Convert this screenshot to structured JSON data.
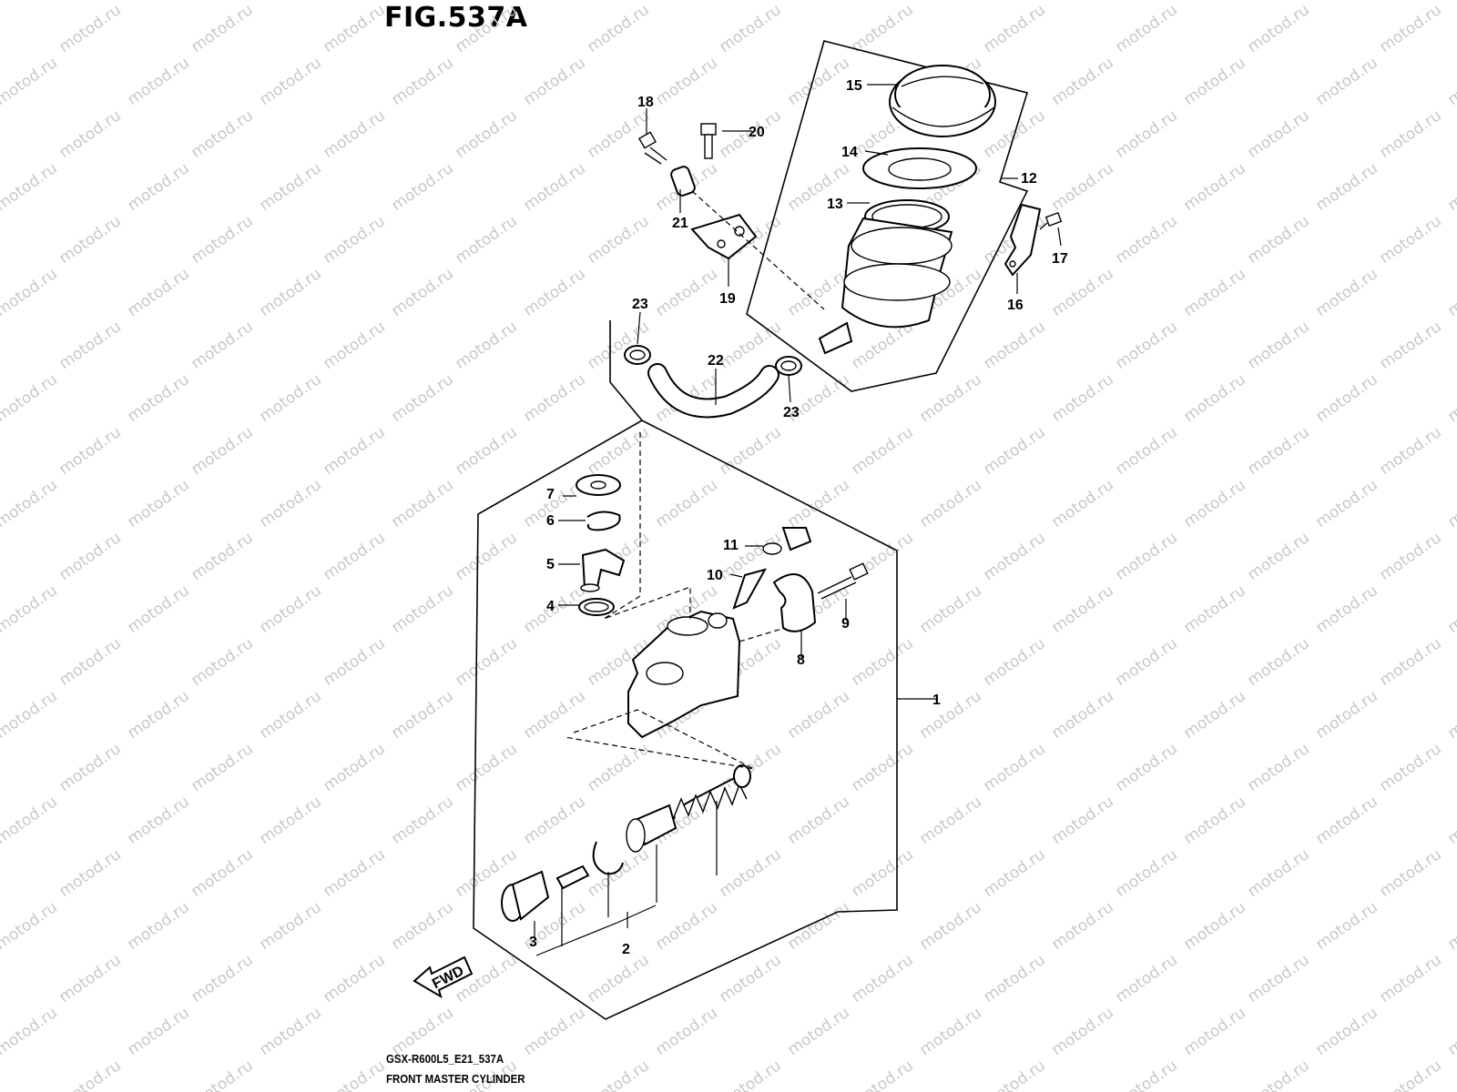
{
  "figure": {
    "title": "FIG.537A",
    "code": "GSX-R600L5_E21_537A",
    "name": "FRONT MASTER CYLINDER",
    "fwd_label": "FWD",
    "watermark": "motod.ru"
  },
  "callouts": [
    {
      "id": "1",
      "label": "1"
    },
    {
      "id": "2",
      "label": "2"
    },
    {
      "id": "3",
      "label": "3"
    },
    {
      "id": "4",
      "label": "4"
    },
    {
      "id": "5",
      "label": "5"
    },
    {
      "id": "6",
      "label": "6"
    },
    {
      "id": "7",
      "label": "7"
    },
    {
      "id": "8",
      "label": "8"
    },
    {
      "id": "9",
      "label": "9"
    },
    {
      "id": "10",
      "label": "10"
    },
    {
      "id": "11",
      "label": "11"
    },
    {
      "id": "12",
      "label": "12"
    },
    {
      "id": "13",
      "label": "13"
    },
    {
      "id": "14",
      "label": "14"
    },
    {
      "id": "15",
      "label": "15"
    },
    {
      "id": "16",
      "label": "16"
    },
    {
      "id": "17",
      "label": "17"
    },
    {
      "id": "18",
      "label": "18"
    },
    {
      "id": "19",
      "label": "19"
    },
    {
      "id": "20",
      "label": "20"
    },
    {
      "id": "21",
      "label": "21"
    },
    {
      "id": "22",
      "label": "22"
    },
    {
      "id": "23a",
      "label": "23"
    },
    {
      "id": "23b",
      "label": "23"
    }
  ],
  "colors": {
    "line": "#000000",
    "watermark": "#c8c8c8",
    "background": "#ffffff"
  }
}
